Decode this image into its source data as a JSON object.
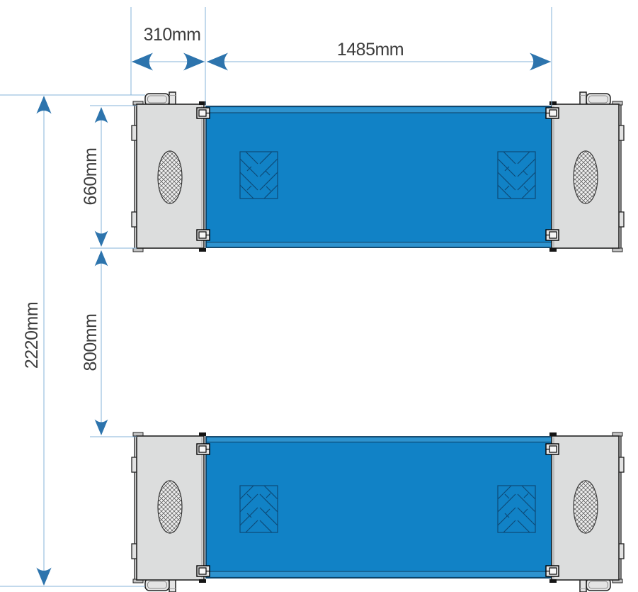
{
  "diagram": {
    "dimensions": {
      "end_section_width": "310mm",
      "platform_length": "1485mm",
      "platform_width": "660mm",
      "platform_gap": "800mm",
      "overall_span": "2220mm"
    },
    "colors": {
      "deck_blue": "#1182c6",
      "deck_edge_blue": "#2e93cf",
      "deck_outline": "#0a3c60",
      "pattern_line": "#0d4a78",
      "dim_line": "#85b3d9",
      "arrow_blue": "#2d74ad",
      "text_gray": "#3d3d3d",
      "box_gray": "#dcdddd",
      "box_outline": "#232323"
    }
  }
}
